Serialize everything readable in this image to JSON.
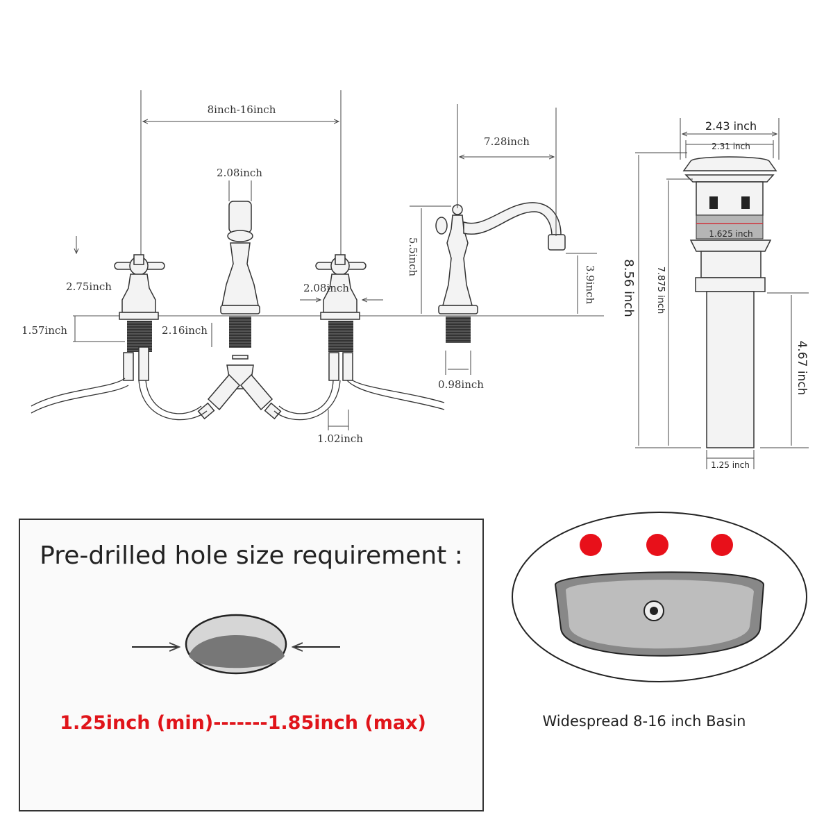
{
  "faucet": {
    "spread": "8inch-16inch",
    "spout_body_width": "2.08inch",
    "handle_height": "2.75inch",
    "handle_width": "2.08inch",
    "shank_length_handle": "1.57inch",
    "shank_length_spout": "2.16inch",
    "spout_reach": "7.28inch",
    "spout_height": "5.5inch",
    "spout_outlet_height": "3.9inch",
    "spout_shank_diameter": "0.98inch",
    "handle_shank_diameter": "1.02inch"
  },
  "drain": {
    "cap_diameter": "2.43 inch",
    "inner_cap_diameter": "2.31 inch",
    "body_diameter": "1.625 inch",
    "total_height": "8.56 inch",
    "body_height": "7.875 inch",
    "tailpiece_height": "4.67 inch",
    "tailpiece_diameter": "1.25 inch"
  },
  "hole_panel": {
    "title": "Pre-drilled hole size requirement :",
    "min_label": "1.25inch (min)",
    "separator": "-------",
    "max_label": "1.85inch (max)",
    "highlight_color": "#e0141a"
  },
  "basin": {
    "caption": "Widespread 8-16 inch Basin",
    "hole_color": "#e8101a"
  }
}
